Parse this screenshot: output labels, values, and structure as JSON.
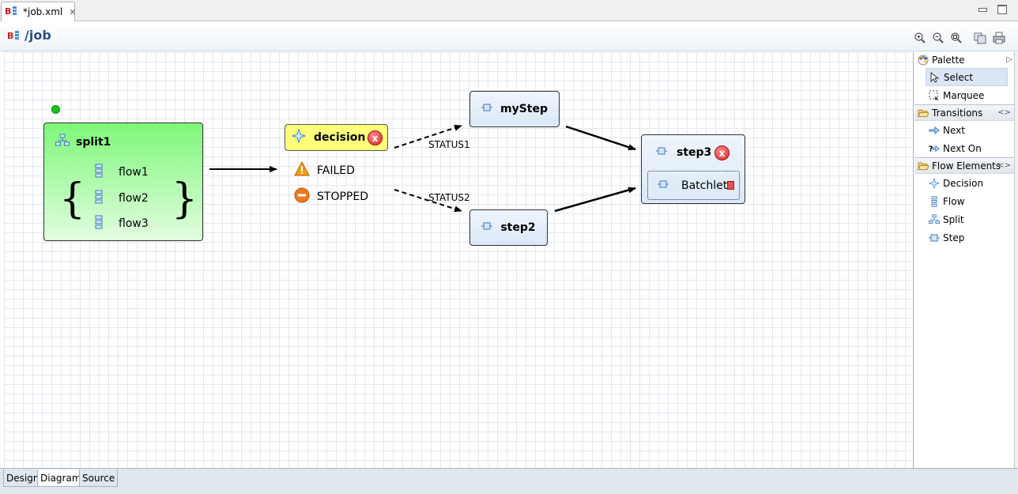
{
  "editor_tab": {
    "label": "*job.xml"
  },
  "header": {
    "title": "/job"
  },
  "diagram": {
    "split": {
      "name": "split1",
      "flows": [
        "flow1",
        "flow2",
        "flow3"
      ]
    },
    "decision": {
      "name": "decision",
      "error_mark": "x"
    },
    "outcomes": [
      {
        "label": "FAILED"
      },
      {
        "label": "STOPPED"
      }
    ],
    "edge_labels": {
      "status1": "STATUS1",
      "status2": "STATUS2"
    },
    "steps": {
      "mystep": "myStep",
      "step2": "step2",
      "step3": "step3"
    },
    "batchlet": "Batchlet",
    "colors": {
      "split_fill": "#7ef77a",
      "decision_fill": "#ffff7a",
      "step_fill": "#dbe8f7",
      "start_dot": "#19c21d"
    }
  },
  "palette": {
    "title": "Palette",
    "tools": [
      {
        "label": "Select",
        "icon": "arrow-cursor-icon"
      },
      {
        "label": "Marquee",
        "icon": "marquee-icon"
      }
    ],
    "transitions": {
      "title": "Transitions",
      "items": [
        {
          "label": "Next",
          "icon": "next-arrow-icon"
        },
        {
          "label": "Next On",
          "icon": "next-on-icon"
        }
      ]
    },
    "flow_elements": {
      "title": "Flow Elements",
      "items": [
        {
          "label": "Decision",
          "icon": "decision-icon"
        },
        {
          "label": "Flow",
          "icon": "flow-icon"
        },
        {
          "label": "Split",
          "icon": "split-icon"
        },
        {
          "label": "Step",
          "icon": "step-icon"
        }
      ]
    }
  },
  "bottom_tabs": [
    {
      "label": "Design"
    },
    {
      "label": "Diagram",
      "active": true
    },
    {
      "label": "Source"
    }
  ]
}
